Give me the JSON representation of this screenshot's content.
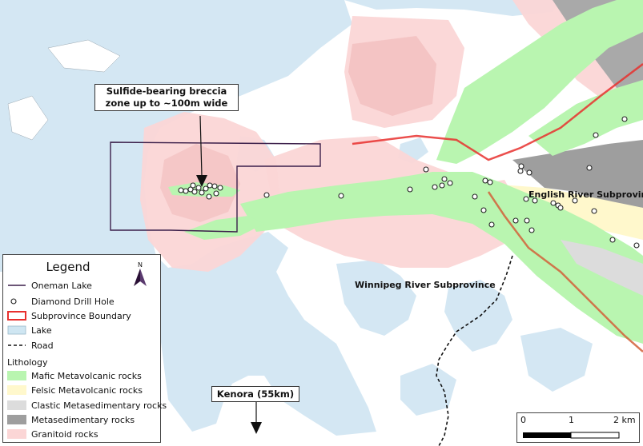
{
  "callouts": {
    "breccia_zone": "Sulfide-bearing breccia zone up to ~100m wide",
    "kenora": "Kenora (55km)"
  },
  "map_labels": {
    "english_river": "English River Subprovince",
    "winnipeg_river": "Winnipeg River Subprovince"
  },
  "legend": {
    "title": "Legend",
    "north_letter": "N",
    "items": [
      {
        "label": "Oneman Lake",
        "symbol": "line",
        "color": "#3b1f4a"
      },
      {
        "label": "Diamond Drill Hole",
        "symbol": "circle",
        "color": "#222222"
      },
      {
        "label": "Subprovince Boundary",
        "symbol": "outlined-box",
        "color": "#e8302e"
      },
      {
        "label": "Lake",
        "symbol": "box",
        "color": "#cfe6f2"
      },
      {
        "label": "Road",
        "symbol": "dashed-line",
        "color": "#111111"
      }
    ],
    "lithology_title": "Lithology",
    "lithology": [
      {
        "label": "Mafic Metavolcanic rocks",
        "color": "#b9f5b0"
      },
      {
        "label": "Felsic Metavolcanic rocks",
        "color": "#fff8cc"
      },
      {
        "label": "Clastic Metasedimentary rocks",
        "color": "#dcdcdc"
      },
      {
        "label": "Metasedimentary rocks",
        "color": "#9e9e9e"
      },
      {
        "label": "Granitoid rocks",
        "color": "#fbd6d6"
      }
    ]
  },
  "scale_bar": {
    "tick_labels": [
      "0",
      "1",
      "2 km"
    ]
  }
}
